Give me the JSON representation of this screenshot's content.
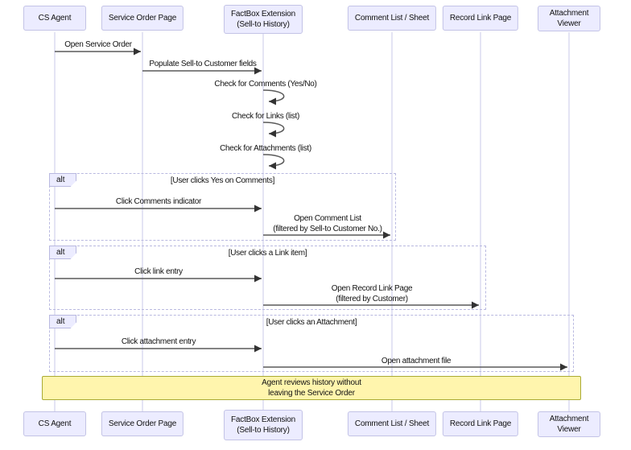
{
  "colors": {
    "actor_fill": "#ECECFF",
    "actor_border": "#c3c3e6",
    "lifeline": "#c9c9ea",
    "signal": "#5a5a5a",
    "arrowhead": "#333333",
    "frame_border": "#b9b9e0",
    "frame_label_fill": "#ECECFF",
    "note_fill": "#fff5ad",
    "note_border": "#aaaa33",
    "text": "#111111"
  },
  "actors": [
    {
      "label": "CS Agent"
    },
    {
      "label": "Service Order Page"
    },
    {
      "label": "FactBox Extension\n(Sell-to History)"
    },
    {
      "label": "Comment List / Sheet"
    },
    {
      "label": "Record Link Page"
    },
    {
      "label": "Attachment Viewer"
    }
  ],
  "messages": {
    "open_service_order": "Open Service Order",
    "populate_fields": "Populate Sell-to Customer fields",
    "check_comments": "Check for Comments (Yes/No)",
    "check_links": "Check for Links (list)",
    "check_attachments": "Check for Attachments (list)",
    "click_comments": "Click Comments indicator",
    "open_comment_list": "Open Comment List\n(filtered by Sell-to Customer No.)",
    "click_link": "Click link entry",
    "open_record_link": "Open Record Link Page\n(filtered by Customer)",
    "click_attachment": "Click attachment entry",
    "open_attachment": "Open attachment file"
  },
  "frames": [
    {
      "keyword": "alt",
      "condition": "[User clicks Yes on Comments]"
    },
    {
      "keyword": "alt",
      "condition": "[User clicks a Link item]"
    },
    {
      "keyword": "alt",
      "condition": "[User clicks an Attachment]"
    }
  ],
  "note": "Agent reviews history without\nleaving the Service Order"
}
